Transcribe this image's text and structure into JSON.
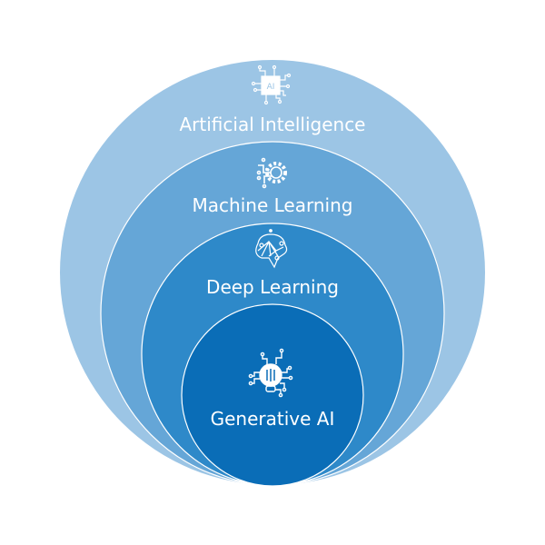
{
  "title": "AI hierarchy diagram",
  "layers": [
    {
      "label": "Artificial Intelligence",
      "icon": "ai-chip-icon",
      "color": "#9cc5e5"
    },
    {
      "label": "Machine Learning",
      "icon": "gear-circuit-icon",
      "color": "#65a6d7"
    },
    {
      "label": "Deep Learning",
      "icon": "brain-network-icon",
      "color": "#2e89c9"
    },
    {
      "label": "Generative AI",
      "icon": "lightbulb-brain-icon",
      "color": "#0a6db7"
    }
  ],
  "chip_text": "AI"
}
